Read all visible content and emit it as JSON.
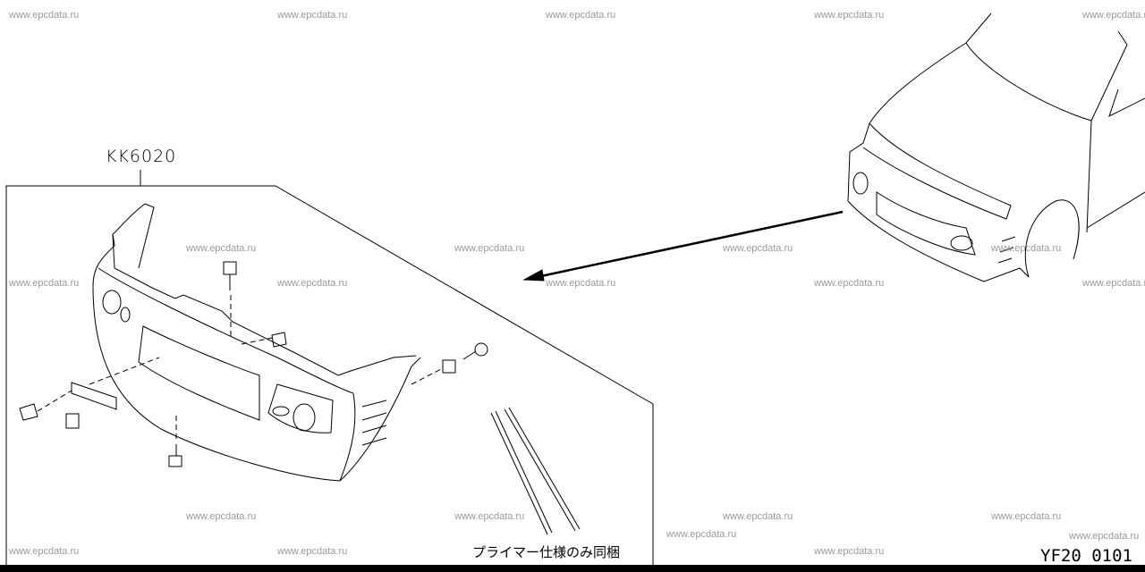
{
  "part_code": "KK6020",
  "note": "プライマー仕様のみ同梱",
  "diagram_ref": "YF20 0101",
  "watermark": "www.epcdata.ru"
}
